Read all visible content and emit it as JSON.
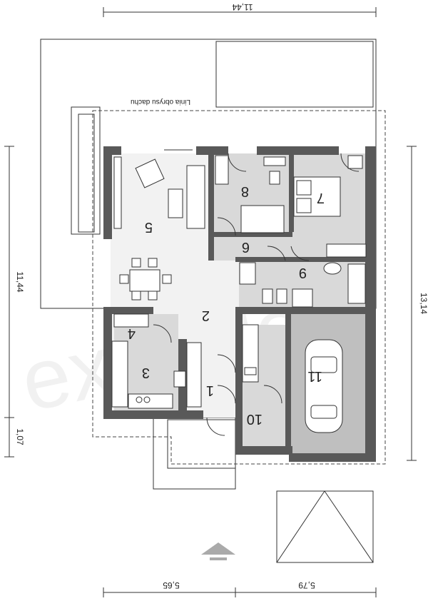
{
  "dimensions": {
    "top": "11,44",
    "left_main": "11,44",
    "left_small": "1,07",
    "right": "13,14",
    "bottom_left": "5,65",
    "bottom_right": "5,79"
  },
  "roof_line_label": "Linia obrysu dachu",
  "rooms": [
    "1",
    "2",
    "3",
    "4",
    "5",
    "6",
    "7",
    "8",
    "9",
    "10",
    "11"
  ],
  "watermark": "extradom",
  "colors": {
    "wall": "#595959",
    "room_mid": "#d9d9d9",
    "room_dark": "#bfbfbf"
  }
}
